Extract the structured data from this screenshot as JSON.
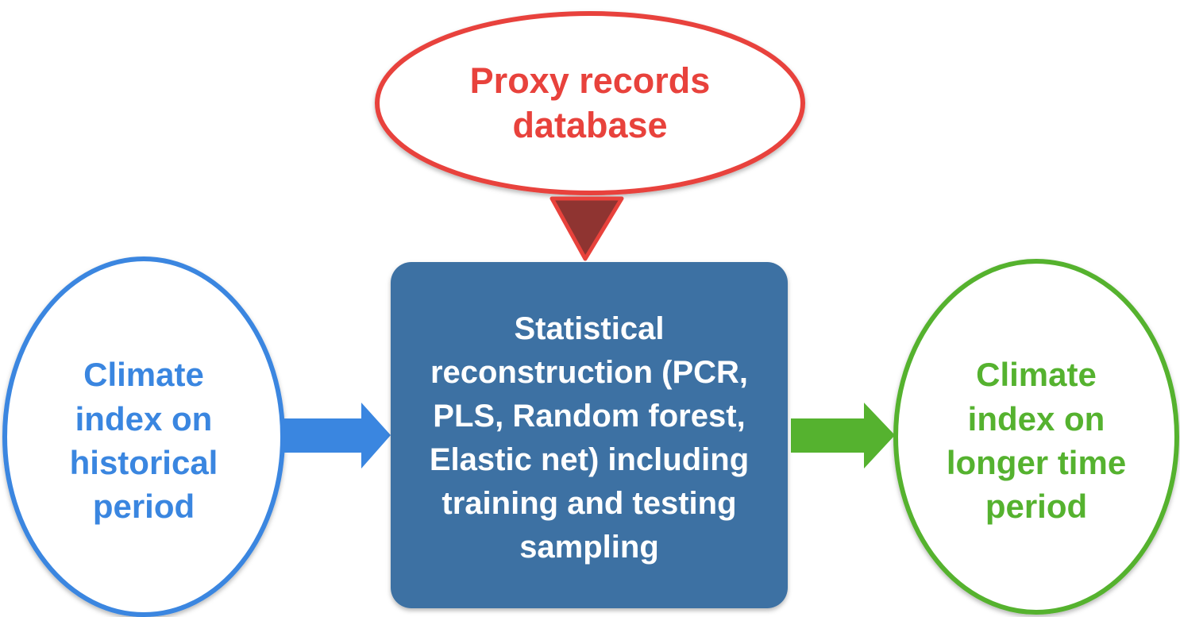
{
  "title": "Climate reconstruction workflow",
  "nodes": {
    "proxy": {
      "label": "Proxy records\ndatabase",
      "color": "#e8423c"
    },
    "input": {
      "label": "Climate\nindex on\nhistorical\nperiod",
      "color": "#3a86e0"
    },
    "method": {
      "label": "Statistical\nreconstruction (PCR,\nPLS, Random forest,\nElastic net) including\ntraining and testing\nsampling",
      "color": "#3e71a3"
    },
    "output": {
      "label": "Climate\nindex on\nlonger time\nperiod",
      "color": "#55b22f"
    }
  },
  "connector_colors": {
    "proxy_pointer": "#8f3431",
    "input_arrow": "#3a86e0",
    "output_arrow": "#55b22f"
  }
}
